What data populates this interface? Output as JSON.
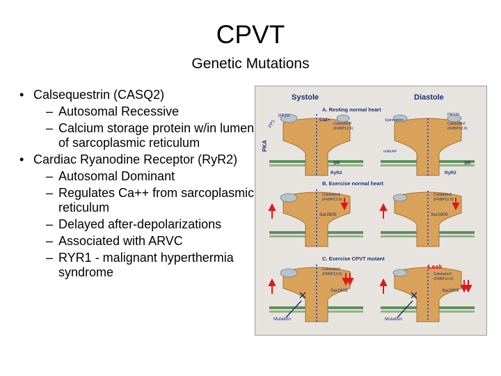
{
  "slide": {
    "title": "CPVT",
    "subtitle": "Genetic Mutations"
  },
  "bullets": [
    {
      "level": 1,
      "text": "Calsequestrin (CASQ2)"
    },
    {
      "level": 2,
      "text": "Autosomal Recessive"
    },
    {
      "level": 2,
      "text": "Calcium storage protein w/in lumen of sarcoplasmic reticulum"
    },
    {
      "level": 1,
      "text": "Cardiac Ryanodine Receptor (RyR2)"
    },
    {
      "level": 2,
      "text": "Autosomal Dominant"
    },
    {
      "level": 2,
      "text": "Regulates Ca++ from sarcoplasmic reticulum"
    },
    {
      "level": 2,
      "text": "Delayed after-depolarizations"
    },
    {
      "level": 2,
      "text": "Associated with ARVC"
    },
    {
      "level": 2,
      "text": "RYR1 - malignant hyperthermia syndrome"
    }
  ],
  "figure": {
    "header_left": "Systole",
    "header_right": "Diastole",
    "panel_a": "A. Resting normal heart",
    "panel_b": "B. Exercise normal heart",
    "panel_c": "C. Exercise CPVT mutant",
    "pp2a": "PP2A",
    "pp1": "PP1",
    "pka": "PKA",
    "ca2": "Ca2+",
    "calstabin_a1": "Calstabin2",
    "calstabin_a2": "(FKBP12.6)",
    "spinophilin": "Spinophilin",
    "pr130": "PR130",
    "calstabin_a3": "Calstabin2",
    "calstabin_a4": "(FKBP12.6)",
    "makap": "mAKAP",
    "sr": "SR",
    "ryr2": "RyR2",
    "ser": "Ser2809",
    "leak": "Leak",
    "mutation": "Mutation",
    "colors": {
      "receptor": "#d9a25a",
      "membrane": "#5f8f5a",
      "leak": "#e01818",
      "header": "#1b2f6e",
      "ca_channel": "#2f4fc0"
    }
  }
}
